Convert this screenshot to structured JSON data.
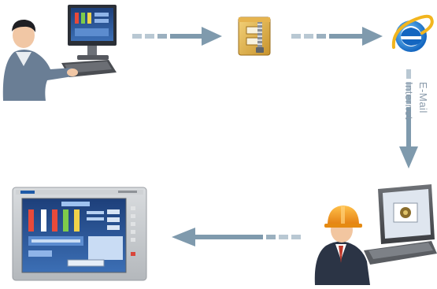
{
  "flow": {
    "edge_label_primary": "E-Mail",
    "edge_label_secondary": "Internet"
  },
  "nodes": [
    {
      "id": "operator-workstation",
      "icon": "person-at-computer-icon"
    },
    {
      "id": "compressed-archive",
      "icon": "zip-archive-icon"
    },
    {
      "id": "web-browser",
      "icon": "internet-explorer-icon"
    },
    {
      "id": "remote-engineer",
      "icon": "engineer-with-laptop-icon"
    },
    {
      "id": "hmi-panel",
      "icon": "touch-panel-hmi-icon"
    }
  ],
  "colors": {
    "arrow": "#7f9aad",
    "arrow_dash": "#b9c8d3",
    "accent_blue": "#1a74c9",
    "helmet": "#f39a1b",
    "panel_frame": "#c7cacd"
  }
}
